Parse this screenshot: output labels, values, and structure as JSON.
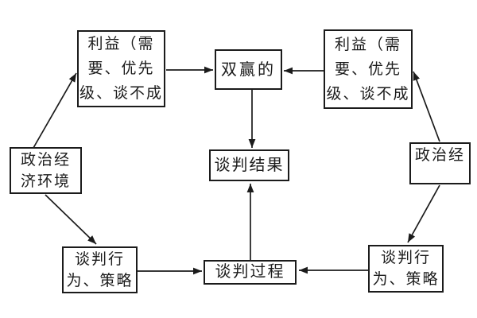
{
  "diagram": {
    "title": "negotiation-model-flowchart",
    "colors": {
      "background": "#ffffff",
      "line": "#1b1b1b",
      "text": "#1b1b1b"
    },
    "nodes": {
      "interests_left": {
        "label": "利益（需\n要、优先\n级、谈不成"
      },
      "win_win": {
        "label": "双赢的"
      },
      "interests_right": {
        "label": "利益（需\n要、优先\n级、谈不成"
      },
      "environment_left": {
        "label": "政治经\n济环境"
      },
      "outcome": {
        "label": "谈判结果"
      },
      "environment_right": {
        "label": "政治经"
      },
      "behavior_left": {
        "label": "谈判行\n为、策略"
      },
      "process": {
        "label": "谈判过程"
      },
      "behavior_right": {
        "label": "谈判行\n为、策略"
      }
    },
    "edges": [
      {
        "from": "environment_left",
        "to": "interests_left"
      },
      {
        "from": "interests_left",
        "to": "win_win"
      },
      {
        "from": "interests_right",
        "to": "win_win"
      },
      {
        "from": "win_win",
        "to": "outcome"
      },
      {
        "from": "environment_right",
        "to": "interests_right"
      },
      {
        "from": "environment_left",
        "to": "behavior_left"
      },
      {
        "from": "behavior_left",
        "to": "process"
      },
      {
        "from": "behavior_right",
        "to": "process"
      },
      {
        "from": "process",
        "to": "outcome"
      },
      {
        "from": "environment_right",
        "to": "behavior_right"
      }
    ]
  }
}
